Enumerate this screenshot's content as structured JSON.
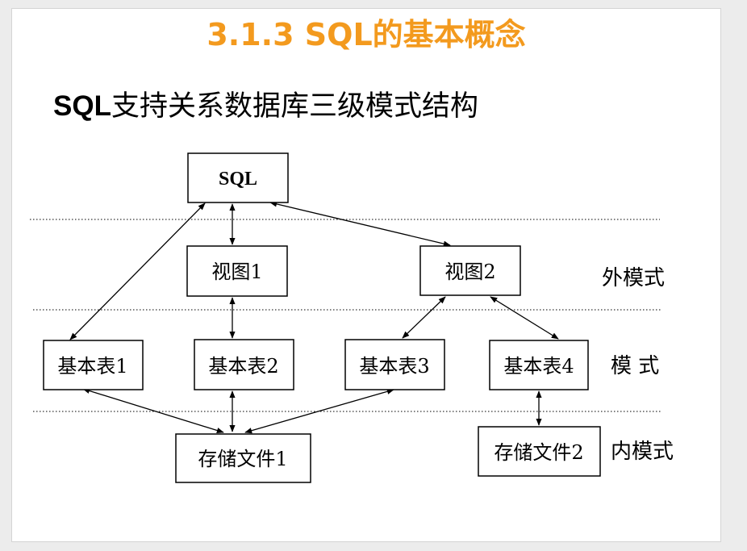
{
  "slide": {
    "title": "3.1.3 SQL的基本概念",
    "subtitle_sql": "SQL",
    "subtitle_rest": "支持关系数据库三级模式结构"
  },
  "diagram": {
    "nodes": {
      "sql": "SQL",
      "view1": "视图1",
      "view2": "视图2",
      "table1": "基本表1",
      "table2": "基本表2",
      "table3": "基本表3",
      "table4": "基本表4",
      "file1": "存储文件1",
      "file2": "存储文件2"
    },
    "levels": {
      "external": "外模式",
      "conceptual": "模 式",
      "internal": "内模式"
    },
    "edges": [
      [
        "sql",
        "view1"
      ],
      [
        "sql",
        "view2"
      ],
      [
        "sql",
        "table1"
      ],
      [
        "view1",
        "table2"
      ],
      [
        "view2",
        "table3"
      ],
      [
        "view2",
        "table4"
      ],
      [
        "file1",
        "table1"
      ],
      [
        "file1",
        "table2"
      ],
      [
        "file1",
        "table3"
      ],
      [
        "file2",
        "table4"
      ]
    ]
  },
  "colors": {
    "title": "#f39a1e",
    "text": "#000000",
    "background": "#ffffff"
  }
}
